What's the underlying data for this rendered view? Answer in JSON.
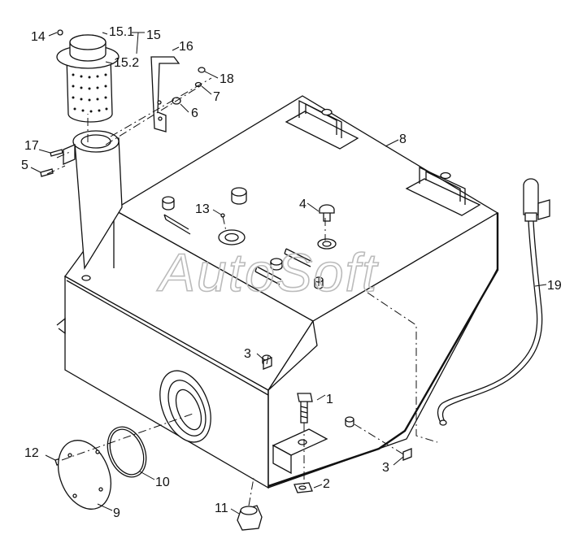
{
  "watermark": "AutoSoft",
  "part_labels": [
    {
      "id": "p1",
      "text": "1"
    },
    {
      "id": "p2",
      "text": "2"
    },
    {
      "id": "p3a",
      "text": "3"
    },
    {
      "id": "p3b",
      "text": "3"
    },
    {
      "id": "p4",
      "text": "4"
    },
    {
      "id": "p5",
      "text": "5"
    },
    {
      "id": "p6",
      "text": "6"
    },
    {
      "id": "p7",
      "text": "7"
    },
    {
      "id": "p8",
      "text": "8"
    },
    {
      "id": "p9",
      "text": "9"
    },
    {
      "id": "p10",
      "text": "10"
    },
    {
      "id": "p11",
      "text": "11"
    },
    {
      "id": "p12",
      "text": "12"
    },
    {
      "id": "p13",
      "text": "13"
    },
    {
      "id": "p14",
      "text": "14"
    },
    {
      "id": "p15",
      "text": "15"
    },
    {
      "id": "p15_1",
      "text": "15.1"
    },
    {
      "id": "p15_2",
      "text": "15.2"
    },
    {
      "id": "p16",
      "text": "16"
    },
    {
      "id": "p17",
      "text": "17"
    },
    {
      "id": "p18",
      "text": "18"
    },
    {
      "id": "p19",
      "text": "19"
    }
  ]
}
